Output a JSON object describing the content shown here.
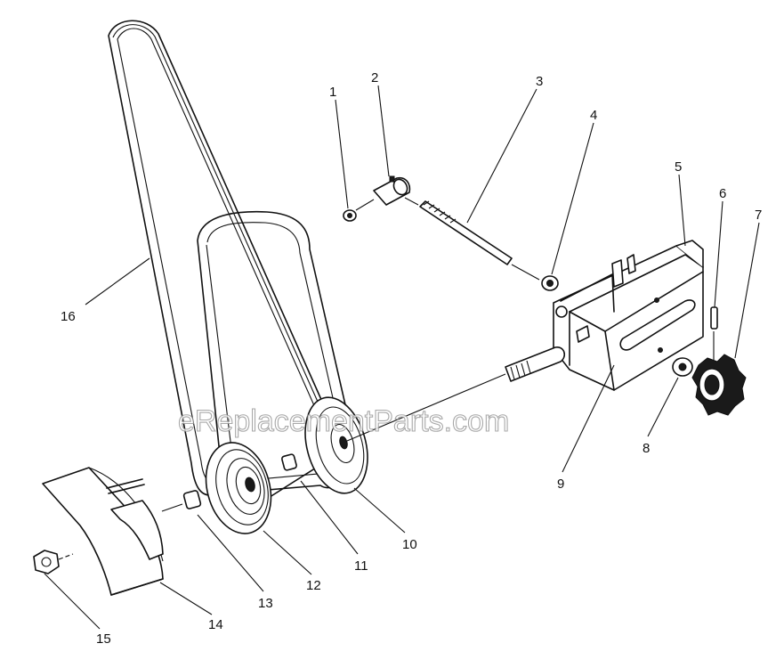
{
  "watermark": "eReplacementParts.com",
  "callouts": [
    "1",
    "2",
    "3",
    "4",
    "5",
    "6",
    "7",
    "8",
    "9",
    "10",
    "11",
    "12",
    "13",
    "14",
    "15",
    "16"
  ],
  "colors": {
    "line": "#111111",
    "background": "#ffffff",
    "watermark_outline": "#9a9a9a"
  }
}
